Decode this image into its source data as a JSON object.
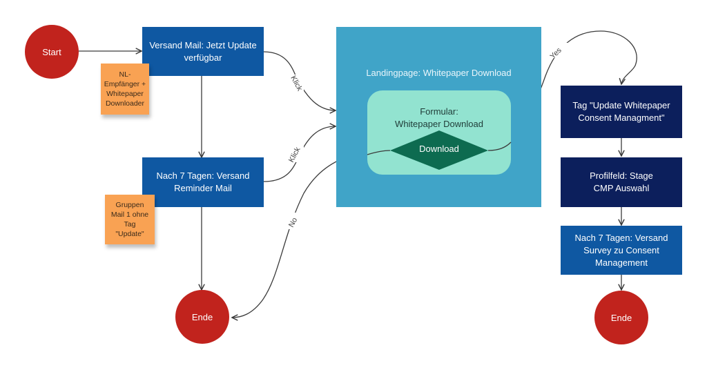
{
  "colors": {
    "terminal": "#c1231d",
    "process_blue": "#0f58a2",
    "process_navy": "#0c1f5c",
    "sticky_note": "#f9a253",
    "landingpage": "#40a4c8",
    "form": "#92e3d0",
    "decision": "#0d6b50",
    "edge": "#3a3a3a"
  },
  "nodes": {
    "start": "Start",
    "mail_update": "Versand Mail: Jetzt Update\nverfügbar",
    "note_recipients": "NL-\nEmpfänger +\nWhitepaper\nDownloader",
    "reminder": "Nach 7 Tagen: Versand\nReminder Mail",
    "note_group": "Gruppen\nMail 1 ohne\nTag\n\"Update\"",
    "end_left": "Ende",
    "landingpage": "Landingpage: Whitepaper Download",
    "form": "Formular:\nWhitepaper Download",
    "decision": "Download",
    "tag_update": "Tag \"Update Whitepaper\nConsent Managment\"",
    "profile_field": "Profilfeld: Stage\nCMP Auswahl",
    "survey": "Nach 7 Tagen: Versand\nSurvey zu Consent\nManagement",
    "end_right": "Ende"
  },
  "edges": {
    "klick_1": "Klick",
    "klick_2": "Klick",
    "no": "No",
    "yes": "Yes"
  }
}
